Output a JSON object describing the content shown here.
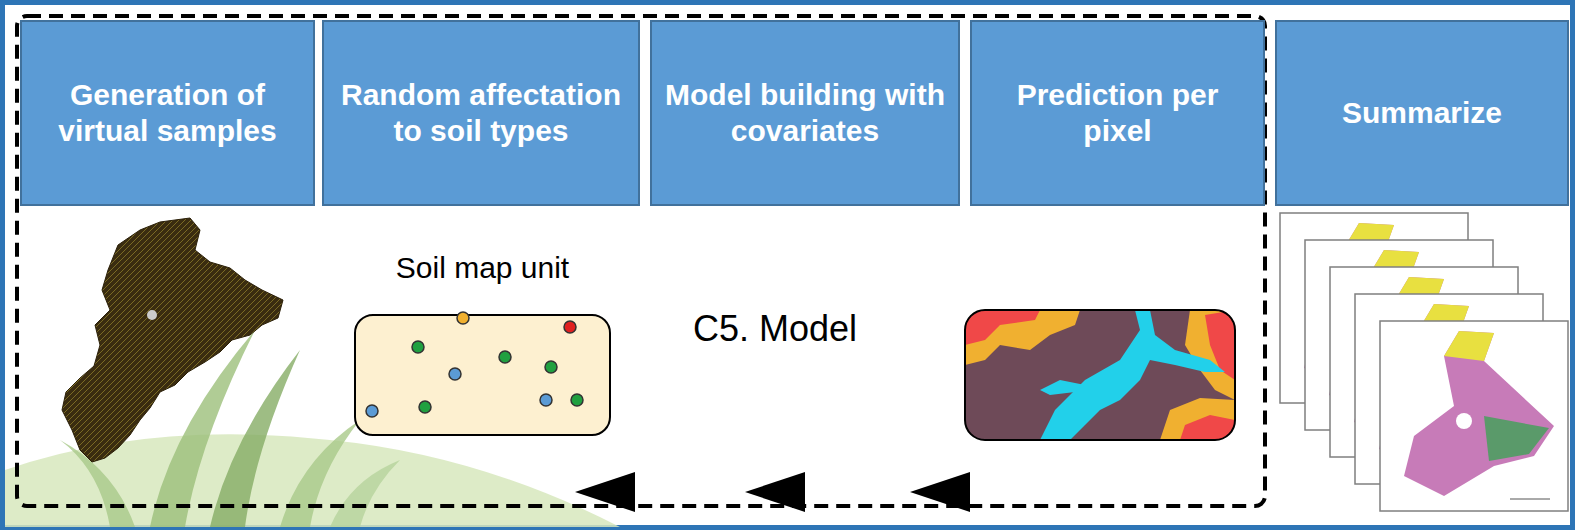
{
  "diagram": {
    "nodes": [
      {
        "text": [
          "Generation of virtual samples"
        ]
      },
      {
        "text": [
          "Random affectation to soil types"
        ]
      },
      {
        "text": [
          "Model building with covariates"
        ]
      },
      {
        "text": [
          "Prediction per pixel"
        ]
      },
      {
        "text": [
          "Summarize"
        ]
      },
      {
        "text": [
          "Soil map unit"
        ]
      }
    ],
    "labels": [
      "C5. Model"
    ]
  }
}
